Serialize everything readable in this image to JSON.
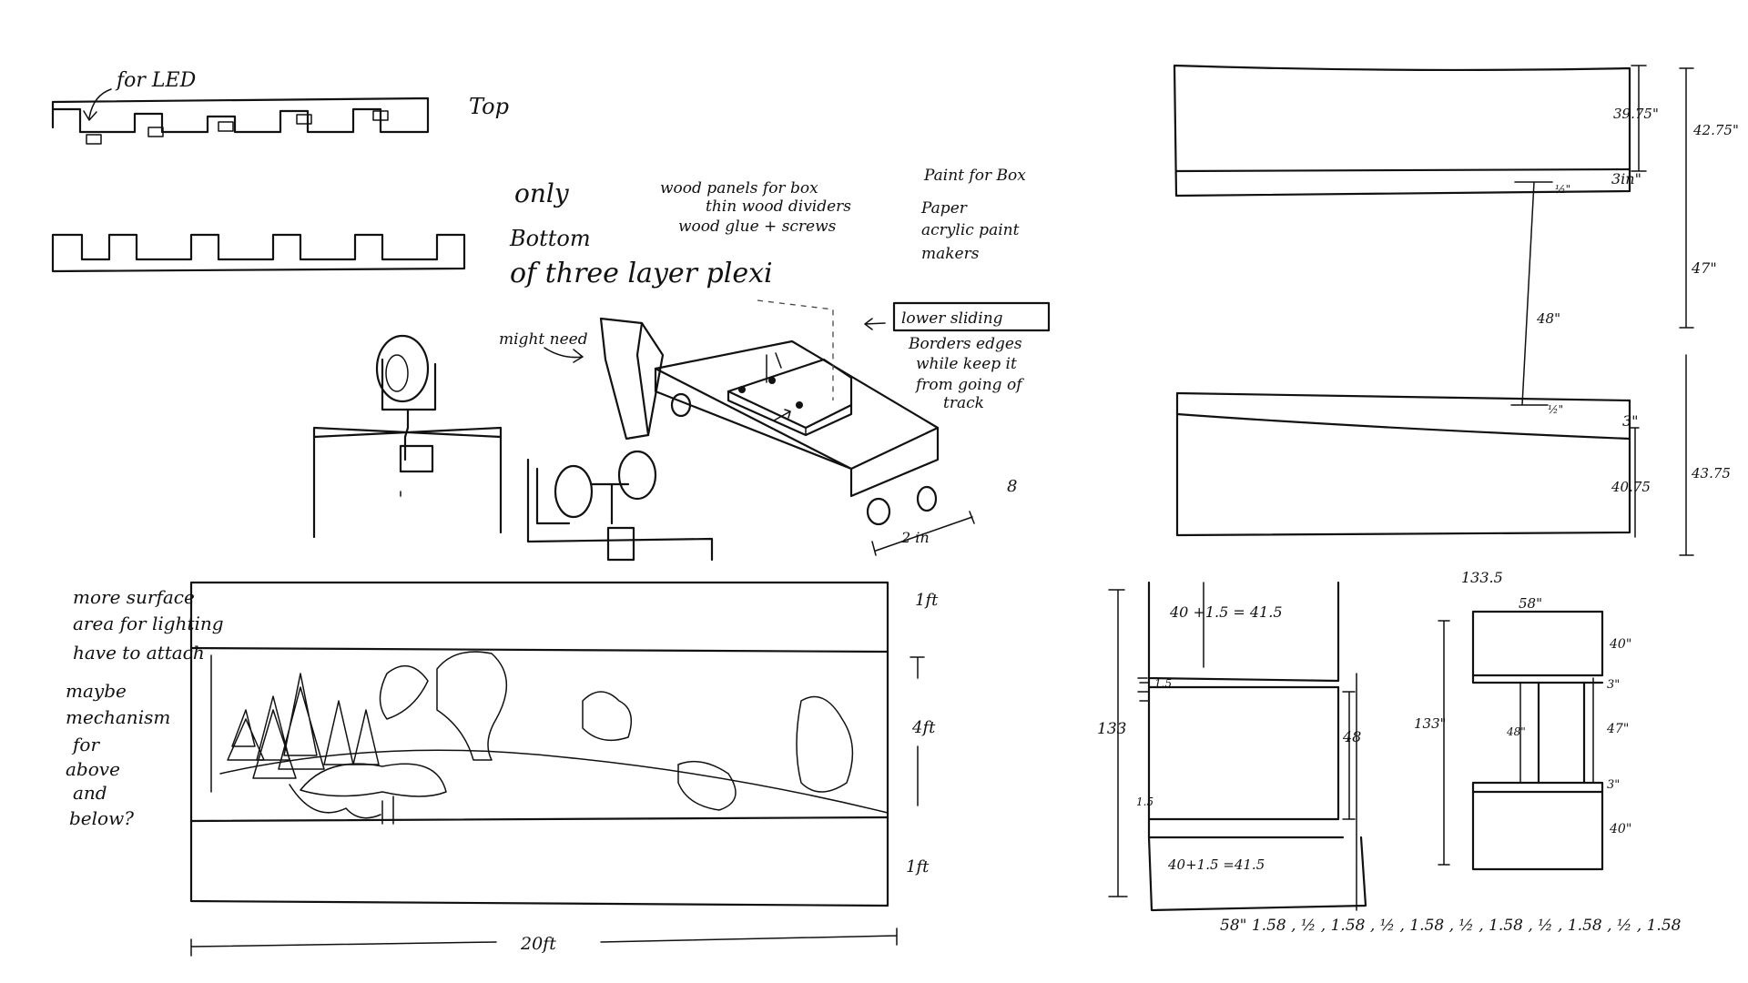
{
  "notes": {
    "for_led": "for LED",
    "top": "Top",
    "only": "only",
    "bottom": "Bottom",
    "three_layer": "of three layer plexi",
    "materials": [
      "wood panels for box",
      "thin wood dividers",
      "wood glue + screws"
    ],
    "paint": [
      "Paint for Box",
      "Paper",
      "acrylic paint",
      "makers"
    ],
    "might_need": "might need",
    "lower_sliding": "lower sliding",
    "border_note": [
      "Borders edges",
      "while keep it",
      "from going of",
      "track"
    ],
    "dim_2in": "2 in",
    "eight": "8",
    "surface_note": [
      "more surface",
      "area for lighting",
      "have to attach",
      "maybe",
      "mechanism",
      "for",
      "above",
      "and",
      "below?"
    ],
    "dim_1ft_top": "1ft",
    "dim_4ft": "4ft",
    "dim_1ft_bottom": "1ft",
    "dim_20ft": "20ft"
  },
  "elevation": {
    "d_3975": "39.75\"",
    "d_4275": "42.75\"",
    "d_3in_top": "3in\"",
    "d_half_top": "½\"",
    "d_48": "48\"",
    "d_47": "47\"",
    "d_half_bottom": "½\"",
    "d_3_bottom": "3\"",
    "d_4075": "40.75",
    "d_4375": "43.75"
  },
  "plan_a": {
    "d_40_15": "40  +1.5  =  41.5",
    "d_15_top": "1.5",
    "d_133": "133",
    "d_48": "48",
    "d_15_bottom": "1.5",
    "d_40_15_bottom": "40+1.5  =41.5"
  },
  "plan_b": {
    "d_1335": "133.5",
    "d_58": "58\"",
    "d_40_top": "40\"",
    "d_133": "133\"",
    "d_3_top": "3\"",
    "d_48": "48\"",
    "d_47": "47\"",
    "d_3_bottom": "3\"",
    "d_40_bottom": "40\""
  },
  "bottom_row": "58\"  1.58 ,  ½ ,  1.58 ,  ½ ,  1.58 ,  ½ ,  1.58 ,  ½ ,  1.58 ,  ½ ,  1.58"
}
